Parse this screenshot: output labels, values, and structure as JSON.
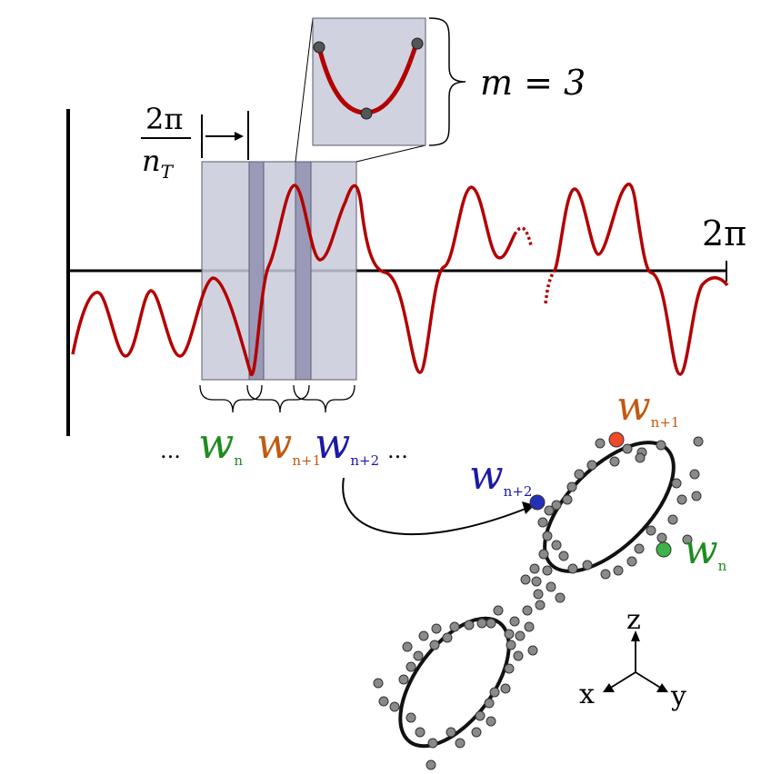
{
  "colors": {
    "signal": "#b30000",
    "window_fill": "#c9cad9",
    "window_stroke": "#5a5a6e",
    "overlap_fill": "#9a9ab8",
    "green": "#1e8c1e",
    "orange": "#c15a12",
    "blue": "#1a1aa6",
    "point_gray": "#8a8a8a",
    "red_point": "#f04a2a",
    "green_point": "#3fb24a",
    "blue_point": "#2430b8"
  },
  "labels": {
    "two_pi_num": "2π",
    "two_pi_den": "n",
    "two_pi_den_sub": "T",
    "axis_end": "2π",
    "embedding_dimension": "m = 3",
    "ellipsis_left": "...",
    "ellipsis_right": "...",
    "w_letter": "w",
    "sub_n": "n",
    "sub_n1": "n+1",
    "sub_n2": "n+2",
    "axis_z": "z",
    "axis_x": "x",
    "axis_y": "y"
  }
}
